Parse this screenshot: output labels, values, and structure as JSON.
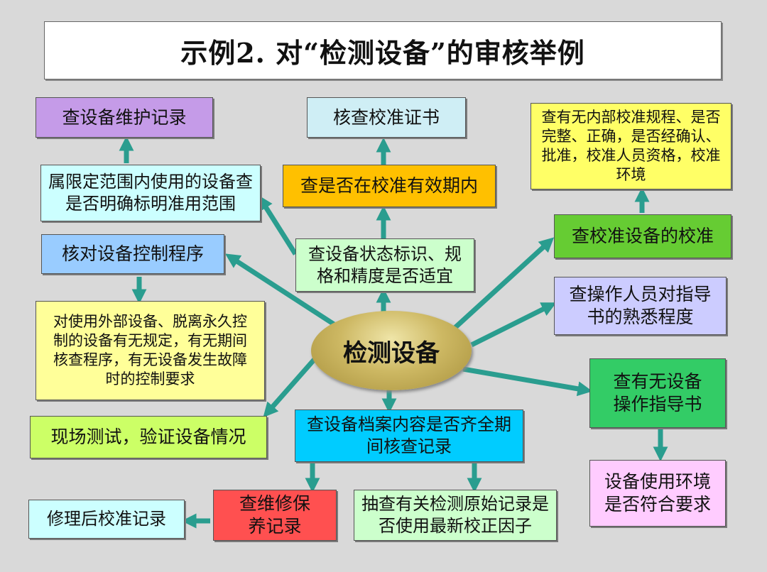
{
  "title": "示例2.    对“检测设备”的审核举例",
  "center": "检测设备",
  "boxes": {
    "maintenance": "查设备维护记录",
    "cert": "核查校准证书",
    "internal_calib": "查有无内部校准规程、是否完整、正确，是否经确认、批准，校准人员资格，校准环境",
    "restricted": "属限定范围内使用的设备查是否明确标明准用范围",
    "validity": "查是否在校准有效期内",
    "calib_equipment": "查校准设备的校准",
    "control_procedure": "核对设备控制程序",
    "status_label": "查设备状态标识、规格和精度是否适宜",
    "operator_familiarity": "查操作人员对指导书的熟悉程度",
    "external_equipment": "对使用外部设备、脱离永久控制的设备有无规定，有无期间核查程序，有无设备发生故障时的控制要求",
    "operating_instruction": "查有无设备操作指导书",
    "field_test": "现场测试，验证设备情况",
    "archive": "查设备档案内容是否齐全期间核查记录",
    "environment": "设备使用环境是否符合要求",
    "repair_calib": "修理后校准记录",
    "repair_upkeep": "查维修保养记录",
    "raw_records": "抽查有关检测原始记录是否使用最新校正因子"
  },
  "colors": {
    "teal_arrow": "#2a9d8f",
    "purple": "#c59be8",
    "light_blue": "#cfeef5",
    "yellow": "#ffff66",
    "light_cyan": "#ccffff",
    "orange": "#ffc000",
    "green": "#66cc33",
    "periwinkle": "#99ccff",
    "pale_green": "#ccffcc",
    "lavender": "#ccccff",
    "pale_yellow": "#ffff99",
    "bright_green": "#33cc66",
    "lime": "#ccff66",
    "cyan": "#00ccff",
    "pink": "#ffccff",
    "red": "#ff5050"
  }
}
